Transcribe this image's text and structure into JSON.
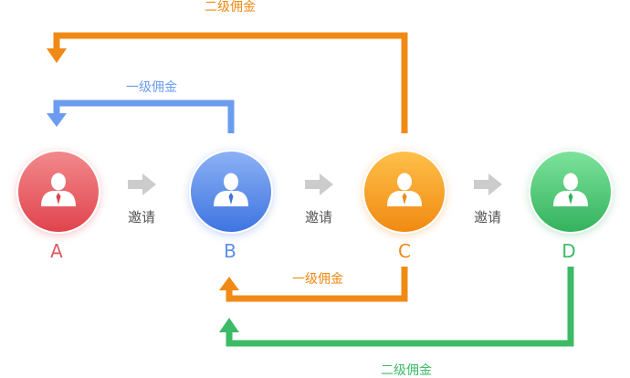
{
  "nodes": [
    {
      "letter": "A",
      "color": "#e05a63",
      "grad_top": "#f28a8c",
      "grad_bottom": "#e0434d"
    },
    {
      "letter": "B",
      "color": "#5b8ee8",
      "grad_top": "#8db2f5",
      "grad_bottom": "#3d74e0"
    },
    {
      "letter": "C",
      "color": "#f18a14",
      "grad_top": "#ffc04a",
      "grad_bottom": "#f08a12"
    },
    {
      "letter": "D",
      "color": "#3dba66",
      "grad_top": "#7ee39c",
      "grad_bottom": "#33b25d"
    }
  ],
  "invite_label": "邀请",
  "commissions": {
    "c_to_a": {
      "label": "二级佣金",
      "color": "#f18a14"
    },
    "b_to_a": {
      "label": "一级佣金",
      "color": "#6b9cf0"
    },
    "c_to_b": {
      "label": "一级佣金",
      "color": "#f18a14"
    },
    "d_to_b": {
      "label": "二级佣金",
      "color": "#3dba66"
    }
  },
  "invite_arrow_color": "#cccccc",
  "icons": {
    "avatar": "person-with-tie-icon",
    "invite": "right-arrow-icon",
    "flow": "arrowhead-icon"
  }
}
